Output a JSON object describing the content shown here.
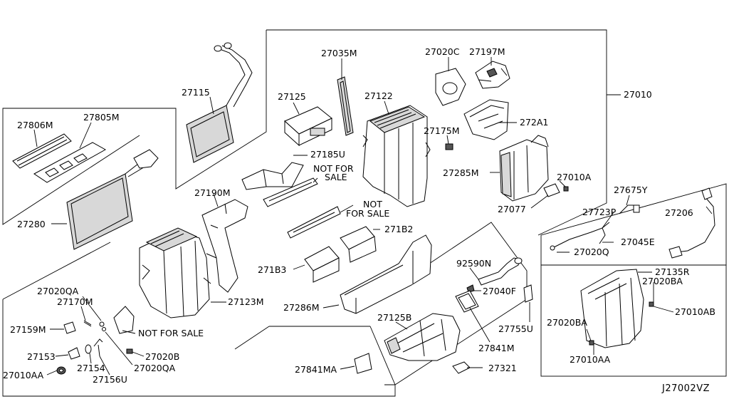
{
  "diagram_code": "J27002VZ",
  "labels": {
    "p27035M": "27035M",
    "p27020C": "27020C",
    "p27197M": "27197M",
    "p27115": "27115",
    "p27125": "27125",
    "p27122": "27122",
    "p27010": "27010",
    "p27806M": "27806M",
    "p27805M": "27805M",
    "p272A1": "272A1",
    "p27175M": "27175M",
    "p27185U": "27185U",
    "nfs1_a": "NOT FOR",
    "nfs1_b": "SALE",
    "p27285M": "27285M",
    "p27010A": "27010A",
    "p27190M": "27190M",
    "p27675Y": "27675Y",
    "p27077": "27077",
    "nfs2_a": "NOT",
    "nfs2_b": "FOR SALE",
    "p27206": "27206",
    "p27723P": "27723P",
    "p27280": "27280",
    "p271B2": "271B2",
    "p27045E": "27045E",
    "p271B3": "271B3",
    "p92590N": "92590N",
    "p27020Q": "27020Q",
    "p27135R": "27135R",
    "p27020BA": "27020BA",
    "p27020QA_1": "27020QA",
    "p27040F": "27040F",
    "p27170M": "27170M",
    "p27123M": "27123M",
    "p27286M": "27286M",
    "p27010AB": "27010AB",
    "p27159M": "27159M",
    "nfs3": "NOT FOR SALE",
    "p27125B": "27125B",
    "p27020BA_2": "27020BA",
    "p27755U": "27755U",
    "p27153": "27153",
    "p27020B": "27020B",
    "p27841M": "27841M",
    "p27010AA_r": "27010AA",
    "p27154": "27154",
    "p27020QA_2": "27020QA",
    "p27010AA_l": "27010AA",
    "p27156U": "27156U",
    "p27841MA": "27841MA",
    "p27321": "27321"
  }
}
